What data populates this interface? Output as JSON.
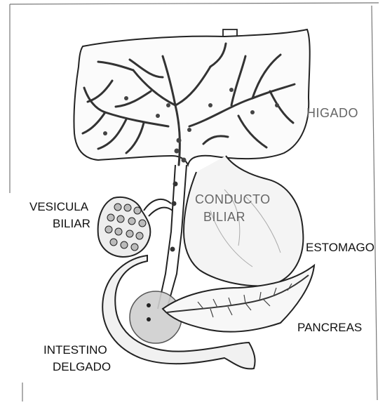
{
  "labels": {
    "higado": "HIGADO",
    "conducto_line1": "CONDUCTO",
    "conducto_line2": "BILIAR",
    "vesicula_line1": "VESICULA",
    "vesicula_line2": "BILIAR",
    "estomago": "ESTOMAGO",
    "pancreas": "PANCREAS",
    "intestino_line1": "INTESTINO",
    "intestino_line2": "DELGADO"
  },
  "colors": {
    "line": "#222222",
    "shading": "#8a8a8a",
    "duodenum_highlight": "#c9c9c9",
    "hand_label": "#666666",
    "printed_label": "#111111"
  }
}
